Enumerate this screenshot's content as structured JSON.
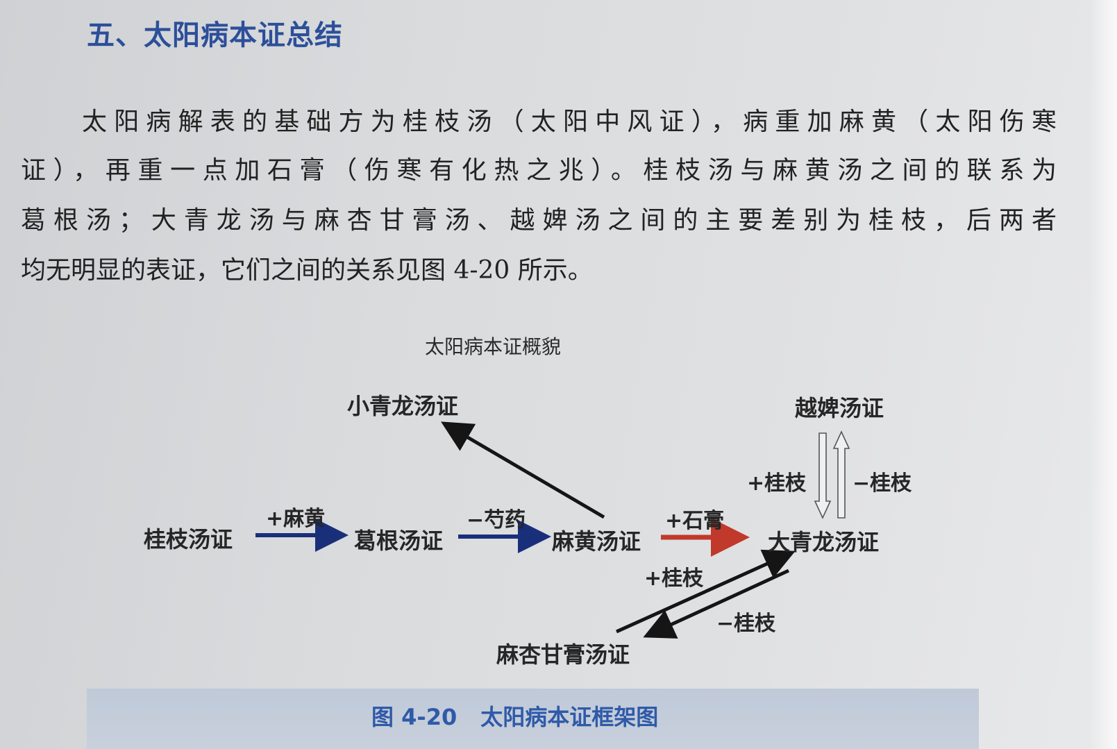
{
  "section_title": "五、太阳病本证总结",
  "paragraph_lines": [
    "太阳病解表的基础方为桂枝汤（太阳中风证），病重加麻黄（太阳伤寒",
    "证），再重一点加石膏（伤寒有化热之兆）。桂枝汤与麻黄汤之间的联系为",
    "葛根汤；大青龙汤与麻杏甘膏汤、越婢汤之间的主要差别为桂枝，后两者",
    "均无明显的表证，它们之间的关系见图 4-20 所示。"
  ],
  "figure": {
    "title": "太阳病本证概貌",
    "nodes": {
      "guizhi": "桂枝汤证",
      "gegen": "葛根汤证",
      "mahuang": "麻黄汤证",
      "xiaoqinglong": "小青龙汤证",
      "daqinglong": "大青龙汤证",
      "yuebi": "越婢汤证",
      "maxing": "麻杏甘膏汤证"
    },
    "edges": {
      "guizhi_to_gegen": "+麻黄",
      "gegen_to_mahuang": "−芍药",
      "mahuang_to_daqinglong": "+石膏",
      "daqinglong_to_yuebi": "+桂枝",
      "yuebi_to_daqinglong": "−桂枝",
      "maxing_to_daqinglong": "+桂枝",
      "daqinglong_to_maxing": "−桂枝"
    },
    "colors": {
      "blue_arrow": "#1a2f7a",
      "red_arrow": "#c0392b",
      "black_arrow": "#151515",
      "title_blue": "#2c4f9a"
    }
  },
  "caption": {
    "number": "图 4-20",
    "text": "太阳病本证框架图"
  }
}
